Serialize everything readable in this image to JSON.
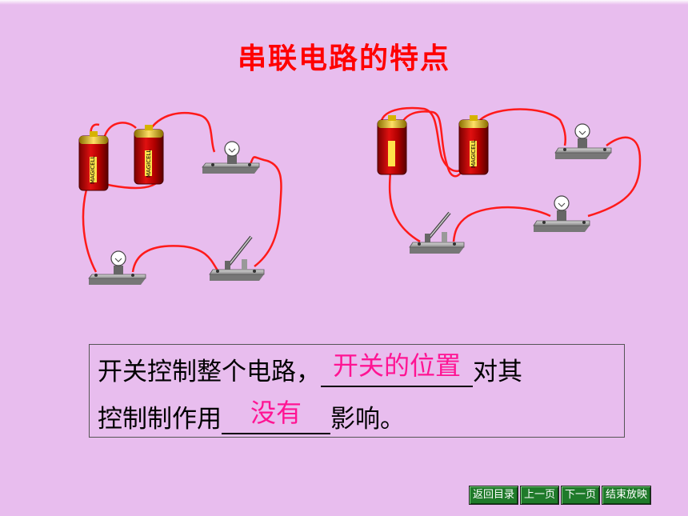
{
  "title": "串联电路的特点",
  "text": {
    "line1_prefix": "开关控制整个电路，",
    "answer1": "开关的位置",
    "line1_suffix": "对其",
    "line2_prefix": "控制制作用",
    "answer2": "没有",
    "line2_suffix": "影响。"
  },
  "battery_label": "MAGICELL",
  "nav": {
    "back": "返回目录",
    "prev": "上一页",
    "next": "下一页",
    "end": "结束放映"
  },
  "colors": {
    "background": "#e8bdee",
    "title": "#ff0000",
    "answer": "#ff1493",
    "wire": "#ff1a1a",
    "nav_button": "#1f7a2a"
  }
}
